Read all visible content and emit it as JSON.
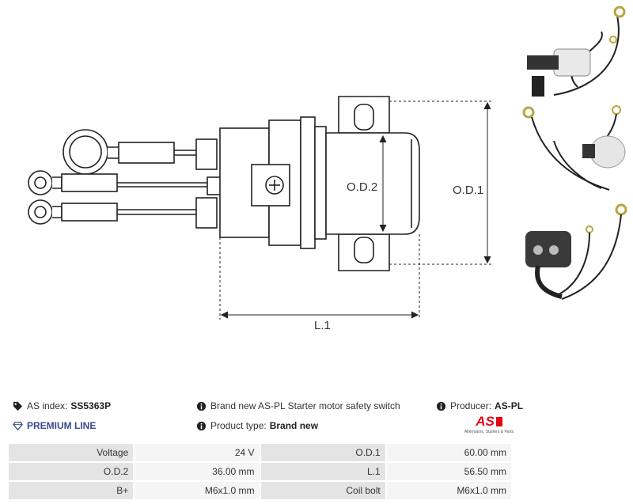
{
  "drawing": {
    "labels": {
      "od1": "O.D.1",
      "od2": "O.D.2",
      "l1": "L.1"
    }
  },
  "info": {
    "as_index_label": "AS index:",
    "as_index_value": "SS5363P",
    "premium": "PREMIUM LINE",
    "description": "Brand new AS-PL Starter motor safety switch",
    "product_type_label": "Product type:",
    "product_type_value": "Brand new",
    "producer_label": "Producer:",
    "producer_value": "AS-PL"
  },
  "logo": {
    "mark": "AS",
    "tagline": "Alternators, Starters & Parts",
    "color": "#e30613"
  },
  "specs": [
    {
      "k1": "Voltage",
      "v1": "24 V",
      "k2": "O.D.1",
      "v2": "60.00 mm"
    },
    {
      "k1": "O.D.2",
      "v1": "36.00 mm",
      "k2": "L.1",
      "v2": "56.50 mm"
    },
    {
      "k1": "B+",
      "v1": "M6x1.0 mm",
      "k2": "Coil bolt",
      "v2": "M6x1.0 mm"
    }
  ]
}
